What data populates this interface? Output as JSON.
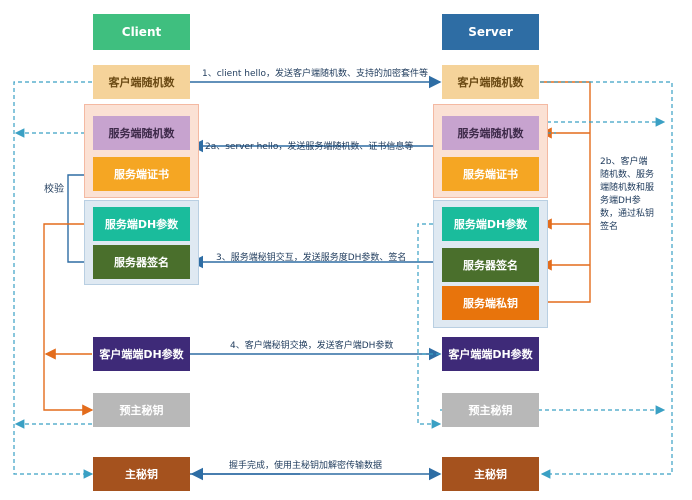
{
  "headers": {
    "client": "Client",
    "server": "Server"
  },
  "boxes": {
    "client_random": "客户端随机数",
    "server_client_random": "客户端随机数",
    "client_server_random": "服务端随机数",
    "server_server_random": "服务端随机数",
    "client_cert": "服务端证书",
    "server_cert": "服务端证书",
    "client_dh": "服务端DH参数",
    "server_dh": "服务端DH参数",
    "client_sig": "服务器签名",
    "server_sig": "服务器签名",
    "server_private": "服务端私钥",
    "client_cdh": "客户端端DH参数",
    "server_cdh": "客户端端DH参数",
    "client_premaster": "预主秘钥",
    "server_premaster": "预主秘钥",
    "client_master": "主秘钥",
    "server_master": "主秘钥"
  },
  "labels": {
    "step1": "1、client hello，发送客户端随机数、支持的加密套件等",
    "step2a": "2a、server hello，发送服务端随机数、证书信息等",
    "step3": "3、服务端秘钥交互，发送服务度DH参数、签名",
    "step4": "4、客户端秘钥交换，发送客户端DH参数",
    "handshake": "握手完成，使用主秘钥加解密传输数据",
    "verify": "校验",
    "step2b": [
      "2b、客户端",
      "随机数、服务",
      "端随机数和服",
      "务端DH参",
      "数，通过私钥",
      "签名"
    ]
  },
  "colors": {
    "client_header": "#3fbf7f",
    "server_header": "#2e6da4",
    "random": "#f5d39a",
    "serverRandom": "#c7a3cf",
    "cert": "#f5a623",
    "dh": "#1abc9c",
    "sig": "#4a6f2c",
    "private": "#e8740c",
    "cdh": "#3e2a78",
    "premaster": "#b8b8b8",
    "master": "#a5521e",
    "arrow_blue": "#2e6da4",
    "arrow_orange": "#e36c1c",
    "dashed": "#3aa0c4"
  }
}
